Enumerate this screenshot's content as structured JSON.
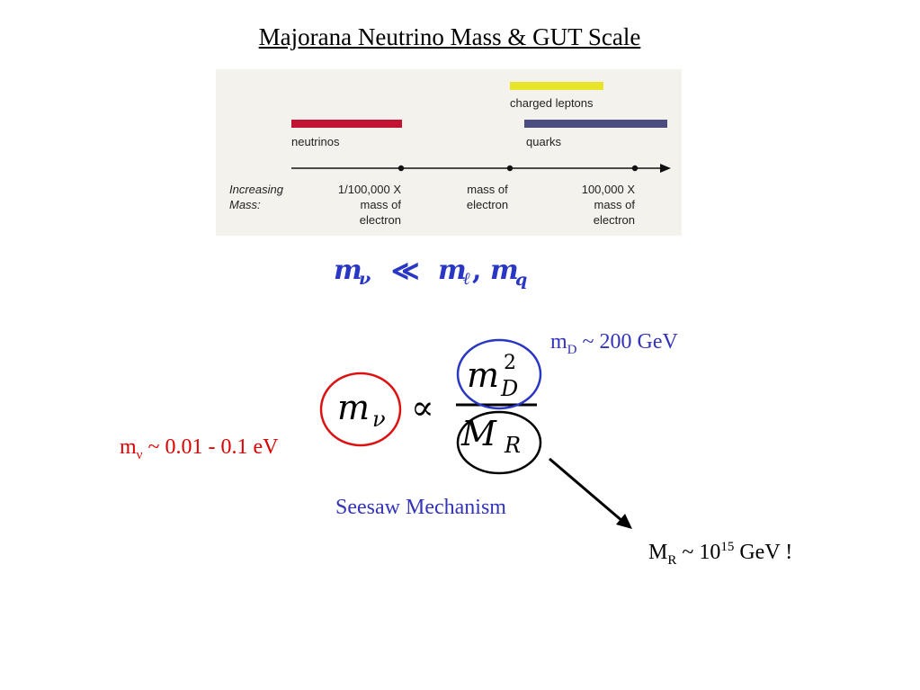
{
  "title": "Majorana Neutrino Mass & GUT Scale",
  "figure": {
    "bars": [
      {
        "label": "charged leptons",
        "color": "#e8e42a"
      },
      {
        "label": "neutrinos",
        "color": "#c21432"
      },
      {
        "label": "quarks",
        "color": "#4a4c82"
      }
    ],
    "axis_label": "Increasing Mass:",
    "ticks": [
      "1/100,000 X mass of electron",
      "mass of electron",
      "100,000 X mass of electron"
    ]
  },
  "inequality": "mν ≪ mℓ, mq",
  "formula": "mν ∝ m_D² / M_R",
  "labels": {
    "mD_text": "m",
    "mD_sub": "D",
    "mD_value": " ~ 200 GeV",
    "mnu_text": "m",
    "mnu_sub": "ν",
    "mnu_value": " ~ 0.01 - 0.1 eV",
    "mechanism": "Seesaw Mechanism",
    "MR_text": "M",
    "MR_sub": "R",
    "MR_mid": " ~ 10",
    "MR_sup": "15",
    "MR_end": " GeV !"
  },
  "colors": {
    "blue": "#3333bb",
    "red": "#dd0000",
    "black": "#000000"
  }
}
